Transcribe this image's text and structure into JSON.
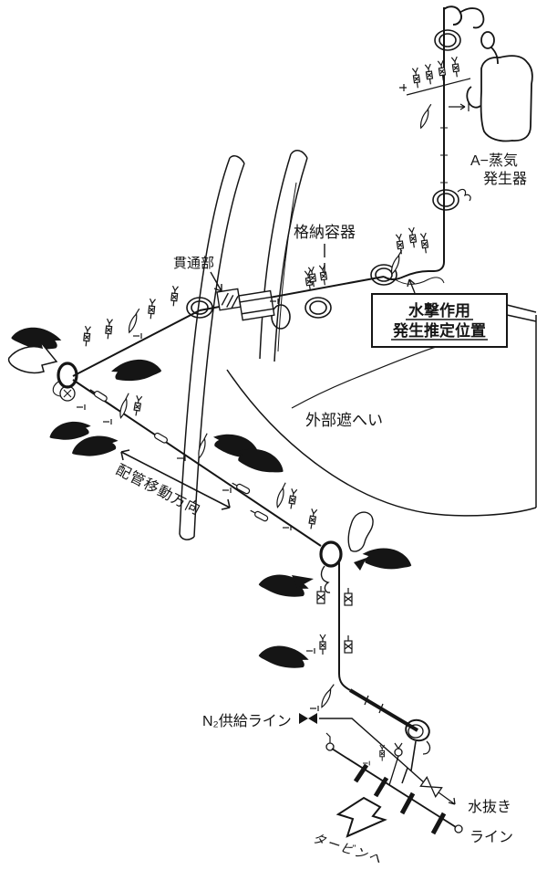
{
  "diagram": {
    "labels": {
      "steam_generator_l1": "A−蒸気",
      "steam_generator_l2": "発生器",
      "containment_vessel": "格納容器",
      "penetration": "貫通部",
      "water_hammer_l1": "水撃作用",
      "water_hammer_l2": "発生推定位置",
      "outer_shielding": "外部遮へい",
      "pipe_movement_direction": "配管移動方向",
      "n2_supply_line": "N₂供給ライン",
      "drain_line_l1": "水抜き",
      "drain_line_l2": "ライン",
      "to_turbine": "タービンへ"
    },
    "colors": {
      "ink": "#151515",
      "paper": "#ffffff"
    }
  }
}
